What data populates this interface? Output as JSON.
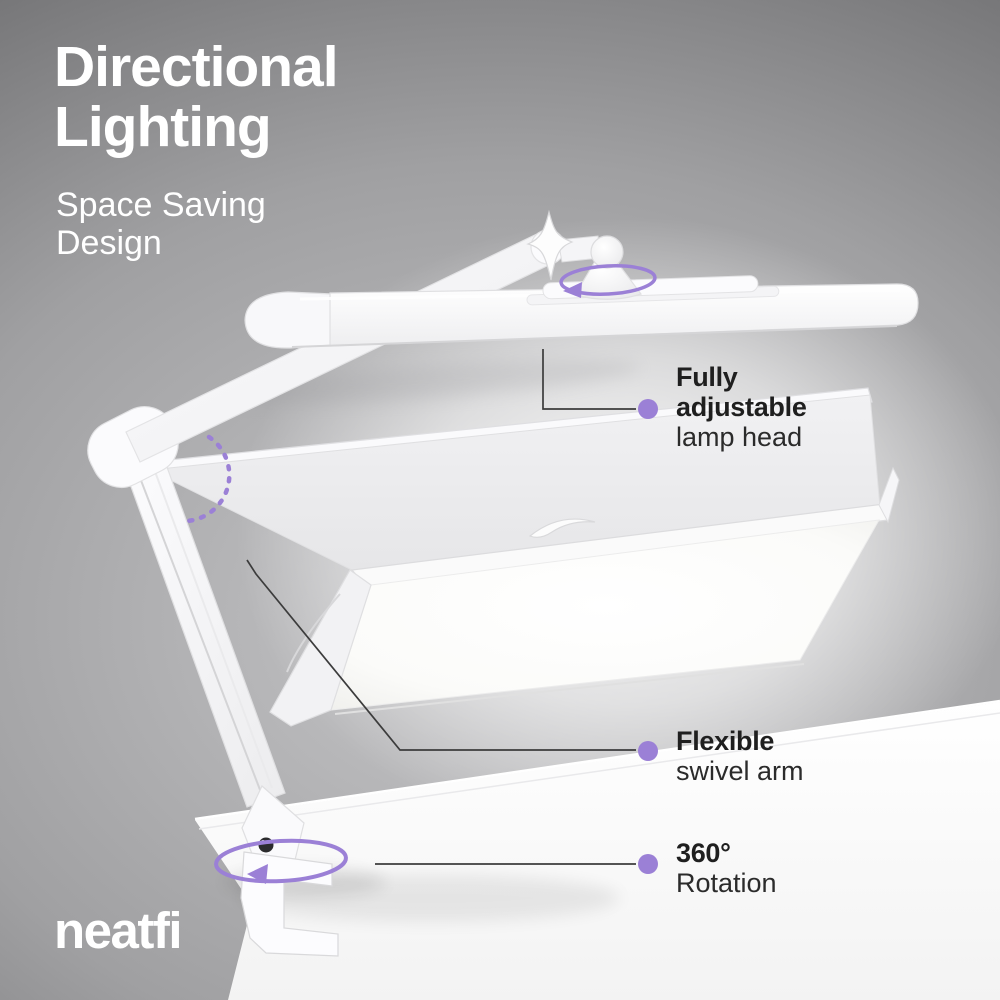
{
  "heading": {
    "title_line1": "Directional",
    "title_line2": "Lighting",
    "subtitle_line1": "Space Saving",
    "subtitle_line2": "Design"
  },
  "callouts": {
    "lamp_head": {
      "bold": "Fully adjustable",
      "regular": "lamp head"
    },
    "swivel_arm": {
      "bold": "Flexible",
      "regular": "swivel arm"
    },
    "rotation": {
      "bold": "360°",
      "regular": "Rotation"
    }
  },
  "brand": {
    "logo_text": "neatfi"
  },
  "colors": {
    "accent": "#9b80d6",
    "callout_line": "#3c3c3c",
    "heading_text": "#ffffff",
    "body_text": "#1f1f1f"
  },
  "icons": {
    "head_rotation": "rotation-arrow-icon",
    "elbow_pivot": "dashed-arc-icon",
    "base_rotation": "rotation-arrow-icon",
    "callout_marker": "dot-icon"
  }
}
